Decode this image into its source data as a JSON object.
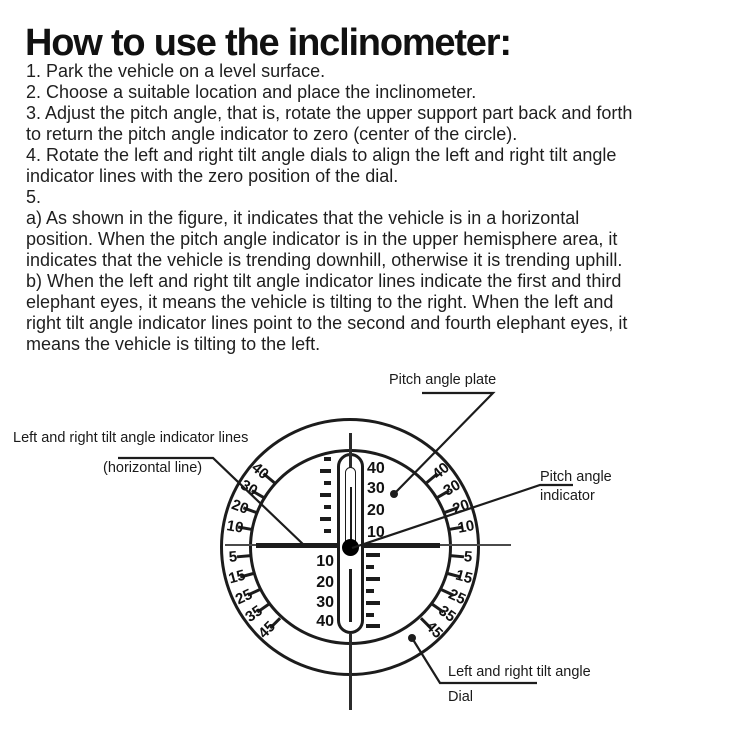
{
  "title": "How to use the inclinometer:",
  "instructions": {
    "lines": [
      "1. Park the vehicle on a level surface.",
      "2. Choose a suitable location and place the inclinometer.",
      "3. Adjust the pitch angle, that is, rotate the upper support part back and forth",
      "to return the pitch angle indicator to zero (center of the circle).",
      "4. Rotate the left and right tilt angle dials to align the left and right tilt angle",
      "indicator lines with the zero position of the dial.",
      "5.",
      "a) As shown in the figure, it indicates that the vehicle is in a horizontal",
      "position. When the pitch angle indicator is in the upper hemisphere area, it",
      "indicates that the vehicle is trending downhill, otherwise it is trending uphill.",
      "b) When the left and right tilt angle indicator lines indicate the first and third",
      "elephant eyes, it means the vehicle is tilting to the right. When the left and",
      "right tilt angle indicator lines point to the second and fourth elephant eyes, it",
      "means the vehicle is tilting to the left."
    ]
  },
  "diagram": {
    "labels": {
      "pitch_angle_plate": "Pitch angle plate",
      "tilt_indicator_line1": "Left and right tilt angle indicator lines",
      "tilt_indicator_line2": "(horizontal line)",
      "pitch_indicator_line1": "Pitch angle",
      "pitch_indicator_line2": "indicator",
      "dial_line1": "Left and right tilt angle",
      "dial_line2": "Dial"
    },
    "pitch_scale": {
      "upper_values": [
        "40",
        "30",
        "20",
        "10"
      ],
      "lower_values": [
        "10",
        "20",
        "30",
        "40"
      ]
    },
    "tilt_scale": {
      "upper_angles": [
        10,
        20,
        30,
        40
      ],
      "lower_angles": [
        5,
        15,
        25,
        35,
        45
      ]
    },
    "colors": {
      "ink": "#1c1c1c",
      "background": "#ffffff"
    }
  }
}
